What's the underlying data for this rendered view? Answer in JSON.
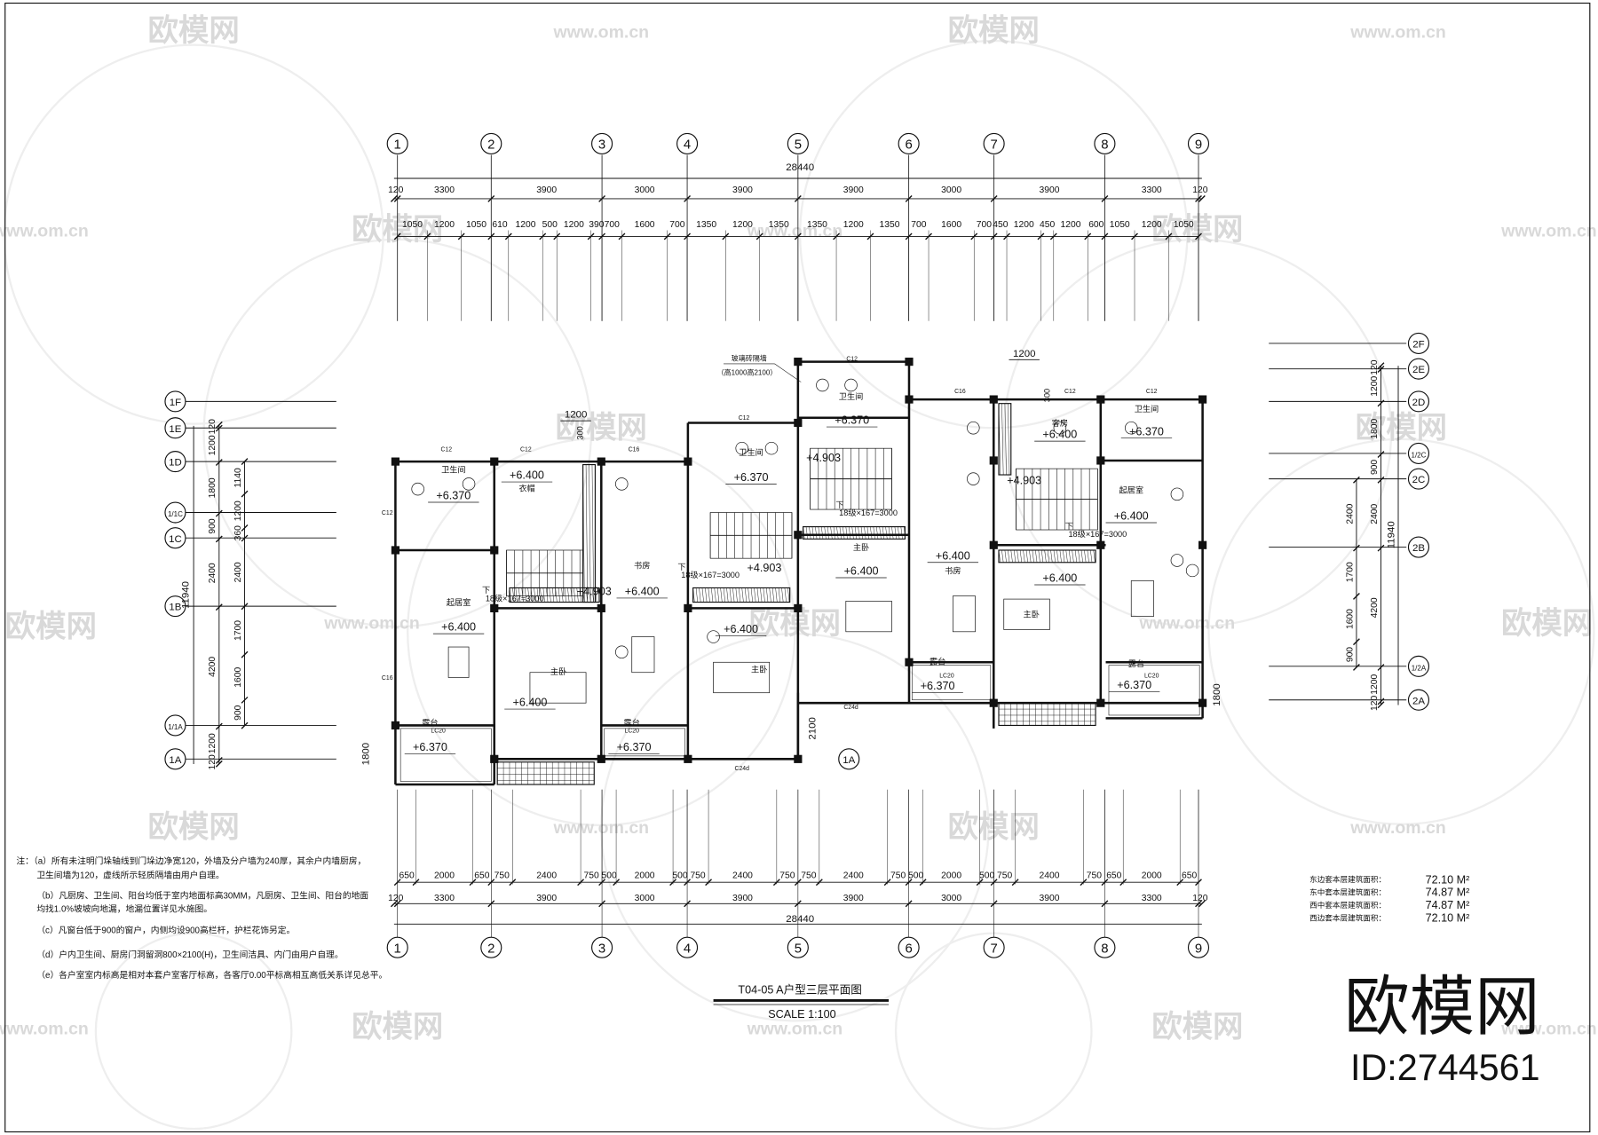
{
  "drawing": {
    "title": "T04-05  A户型三层平面图",
    "scale": "SCALE 1:100",
    "total_width": "28440",
    "total_depth": "11940",
    "top_axes": [
      "1",
      "2",
      "3",
      "4",
      "5",
      "6",
      "7",
      "8",
      "9"
    ],
    "left_axes": [
      "1F",
      "1E",
      "1D",
      "1/1C",
      "1C",
      "1B",
      "1/1A",
      "1A"
    ],
    "right_axes": [
      "2F",
      "2E",
      "2D",
      "1/2C",
      "2C",
      "2B",
      "1/2A",
      "2A"
    ],
    "bay_dims": [
      "120",
      "3300",
      "3900",
      "3000",
      "3900",
      "3900",
      "3000",
      "3900",
      "3300",
      "120"
    ],
    "top_detail_dims": [
      "1050",
      "1200",
      "1050",
      "610",
      "1200",
      "500",
      "1200",
      "390",
      "700",
      "1600",
      "700",
      "1350",
      "1200",
      "1350",
      "1350",
      "1200",
      "1350",
      "700",
      "1600",
      "700",
      "450",
      "1200",
      "450",
      "1200",
      "600",
      "1050",
      "1200",
      "1050"
    ],
    "bottom_detail_dims": [
      "650",
      "2000",
      "650",
      "750",
      "2400",
      "750",
      "500",
      "2000",
      "500",
      "750",
      "2400",
      "750",
      "750",
      "2400",
      "750",
      "500",
      "2000",
      "500",
      "750",
      "2400",
      "750",
      "650",
      "2000",
      "650"
    ],
    "left_dims_outer": [
      "120",
      "1200",
      "1800",
      "900",
      "2400",
      "4200",
      "1200",
      "120"
    ],
    "left_dims_inner": [
      "1140",
      "1200",
      "360",
      "2400",
      "1700",
      "1600",
      "900"
    ],
    "right_dims_outer": [
      "120",
      "1200",
      "1800",
      "900",
      "2400",
      "4200",
      "1200",
      "120"
    ],
    "right_dims_inner": [
      "2400",
      "1700",
      "1600",
      "900"
    ],
    "rooms": [
      {
        "name": "卫生间",
        "elev": "+6.370"
      },
      {
        "name": "衣帽",
        "elev": "+6.400"
      },
      {
        "name": "起居室",
        "elev": "+6.400"
      },
      {
        "name": "主卧",
        "elev": "+6.400"
      },
      {
        "name": "露台",
        "elev": "+6.370"
      },
      {
        "name": "书房",
        "elev": "+6.400"
      },
      {
        "name": "露台",
        "elev": "+6.370"
      },
      {
        "name": "卫生间",
        "elev": "+6.370"
      },
      {
        "name": "主卧",
        "elev": "+6.400"
      },
      {
        "name": "卫生间",
        "elev": "+6.370"
      },
      {
        "name": "主卧",
        "elev": "+6.400"
      },
      {
        "name": "书房",
        "elev": "+6.400"
      },
      {
        "name": "露台",
        "elev": "+6.370"
      },
      {
        "name": "客房",
        "elev": "+6.400"
      },
      {
        "name": "卫生间",
        "elev": "+6.370"
      },
      {
        "name": "起居室",
        "elev": "+6.400"
      },
      {
        "name": "主卧",
        "elev": "+6.400"
      },
      {
        "name": "露台",
        "elev": "+6.370"
      }
    ],
    "stairs": {
      "down": "下",
      "spec": "18级×167=3000",
      "landing": "+4.903"
    },
    "windows": [
      "C12",
      "C12",
      "C16",
      "C12",
      "C12",
      "C16",
      "C12",
      "C12",
      "LC20",
      "LC20",
      "LC20",
      "LC20",
      "C24d",
      "C24d",
      "C16",
      "C12"
    ],
    "misc_dims": [
      "1200",
      "1200",
      "300",
      "300",
      "2100",
      "1800",
      "1800"
    ],
    "axis_1A_callout": "1A",
    "partition_note": [
      "玻璃砖隔墙",
      "（高1000高2100）"
    ]
  },
  "notes": [
    "注：（a）所有未注明门垛轴线到门垛边净宽120，外墙及分户墙为240厚，其余户内墙厨房，",
    "卫生间墙为120，虚线所示轻质隔墙由用户自理。",
    "（b）凡厨房、卫生间、阳台均低于室内地面标高30MM，凡厨房、卫生间、阳台的地面",
    "均找1.0%坡坡向地漏，地漏位置详见水施图。",
    "（c）凡窗台低于900的窗户，内侧均设900高栏杆，护栏花饰另定。",
    "（d）户内卫生间、厨房门洞留洞800×2100(H)，卫生间洁具、内门由用户自理。",
    "（e）各户室室内标高是相对本套户室客厅标高，各客厅0.00平标高相互高低关系详见总平。"
  ],
  "areas": [
    {
      "label": "东边套本层建筑面积：",
      "value": "72.10 M²"
    },
    {
      "label": "东中套本层建筑面积：",
      "value": "74.87 M²"
    },
    {
      "label": "西中套本层建筑面积：",
      "value": "74.87 M²"
    },
    {
      "label": "西边套本层建筑面积：",
      "value": "72.10 M²"
    }
  ],
  "watermark": {
    "brand": "欧模网",
    "url": "www.om.cn",
    "id": "ID:2744561"
  },
  "colors": {
    "line": "#111111",
    "watermark": "#d9d9d9"
  }
}
